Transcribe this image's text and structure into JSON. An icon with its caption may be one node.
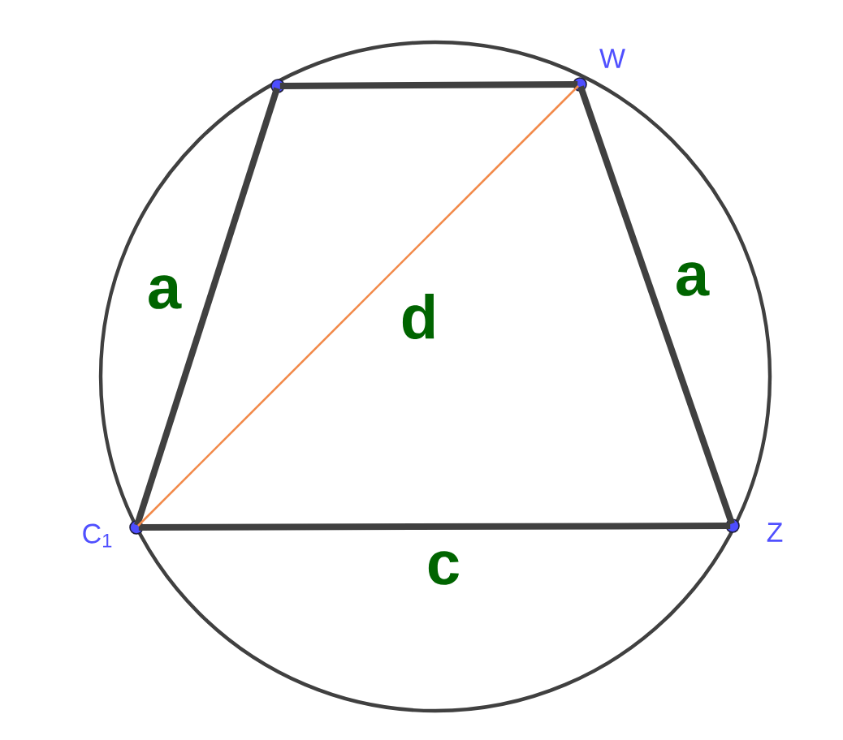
{
  "diagram": {
    "nodes": [
      {
        "text": [],
        "shape": "circle"
      },
      {
        "text": [],
        "shape": "circle",
        "beside": [
          "W"
        ]
      },
      {
        "text": [],
        "shape": "circle",
        "beside": [
          "C$_{1}$"
        ]
      },
      {
        "text": [],
        "shape": "circle",
        "beside": [
          "Z"
        ]
      }
    ],
    "edges": [
      {
        "from": 0,
        "to": 1,
        "arrow": "none"
      },
      {
        "from": 1,
        "to": 3,
        "arrow": "none",
        "label": "a"
      },
      {
        "from": 3,
        "to": 2,
        "arrow": "none",
        "label": "c"
      },
      {
        "from": 2,
        "to": 0,
        "arrow": "none",
        "label": "a"
      },
      {
        "from": 2,
        "to": 1,
        "arrow": "none",
        "color": "#f28a4a",
        "label": "d"
      }
    ]
  }
}
